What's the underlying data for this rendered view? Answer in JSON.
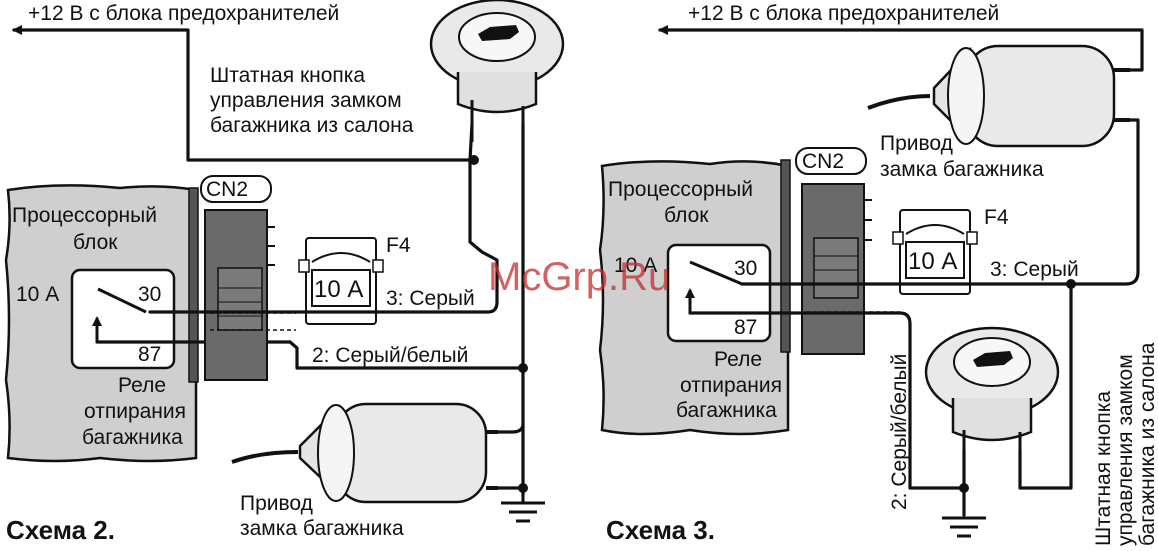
{
  "watermark": "McGrp.Ru",
  "colors": {
    "block_fill": "#cfcfcf",
    "connector_fill": "#6a6a6a",
    "watermark": "#c32d2d"
  },
  "scheme2": {
    "title": "Схема 2.",
    "power_label": "+12 В с блока предохранителей",
    "button_label": [
      "Штатная кнопка",
      "управления замком",
      "багажника из салона"
    ],
    "processor_label": [
      "Процессорный",
      "блок"
    ],
    "relay_current": "10 А",
    "relay_pin_30": "30",
    "relay_pin_87": "87",
    "relay_label": [
      "Реле",
      "отпирания",
      "багажника"
    ],
    "connector": "CN2",
    "fuse_name": "F4",
    "fuse_value": "10 А",
    "wire3": "3: Серый",
    "wire2": "2: Серый/белый",
    "actuator_label": [
      "Привод",
      "замка багажника"
    ]
  },
  "scheme3": {
    "title": "Схема 3.",
    "power_label": "+12 В с блока предохранителей",
    "actuator_label": [
      "Привод",
      "замка багажника"
    ],
    "connector": "CN2",
    "fuse_name": "F4",
    "fuse_value": "10 А",
    "processor_label": [
      "Процессорный",
      "блок"
    ],
    "relay_current": "10 А",
    "relay_pin_30": "30",
    "relay_pin_87": "87",
    "relay_label": [
      "Реле",
      "отпирания",
      "багажника"
    ],
    "wire3": "3: Серый",
    "wire2": "2: Серый/белый",
    "button_label": [
      "Штатная кнопка",
      "управления замком",
      "багажника из салона"
    ]
  }
}
